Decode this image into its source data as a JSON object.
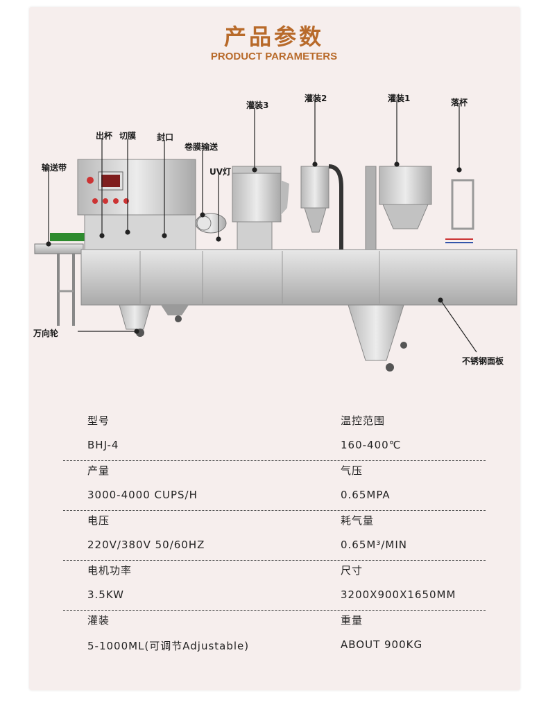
{
  "header": {
    "title_cn": "产品参数",
    "title_en": "PRODUCT PARAMETERS"
  },
  "callouts": {
    "conveyor": "输送带",
    "cup_out": "出杯",
    "film_cut": "切膜",
    "seal": "封口",
    "film_roll": "卷膜输送",
    "uv_lamp": "UV灯",
    "fill3": "灌装3",
    "fill2": "灌装2",
    "fill1": "灌装1",
    "cup_drop": "落杯",
    "caster": "万向轮",
    "steel_panel": "不锈钢面板"
  },
  "params": [
    {
      "left_label": "型号",
      "left_value": "BHJ-4",
      "right_label": "温控范围",
      "right_value": "160-400℃"
    },
    {
      "left_label": "产量",
      "left_value": "3000-4000 CUPS/H",
      "right_label": "气压",
      "right_value": "0.65MPA"
    },
    {
      "left_label": "电压",
      "left_value": "220V/380V 50/60HZ",
      "right_label": "耗气量",
      "right_value": "0.65M³/MIN"
    },
    {
      "left_label": "电机功率",
      "left_value": "3.5KW",
      "right_label": "尺寸",
      "right_value": "3200X900X1650MM"
    },
    {
      "left_label": "灌装",
      "left_value": "5-1000ML(可调节Adjustable)",
      "right_label": "重量",
      "right_value": "ABOUT 900KG"
    }
  ]
}
